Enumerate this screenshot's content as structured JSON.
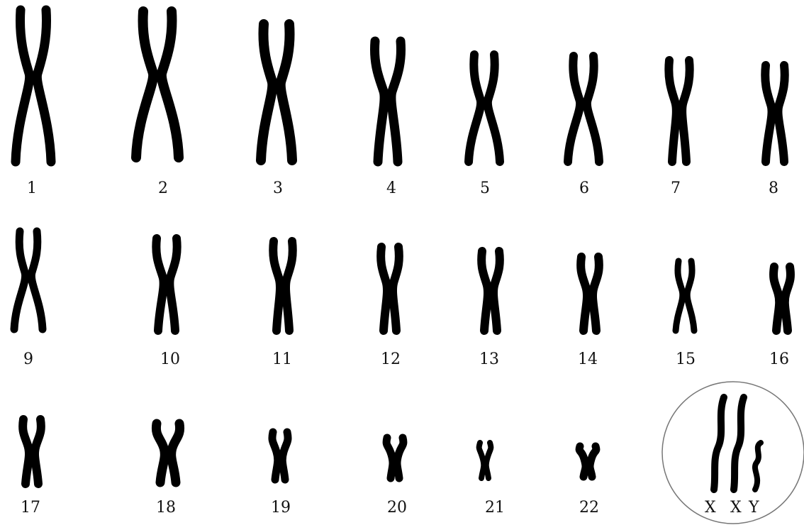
{
  "karyotype": {
    "labels": [
      "1",
      "2",
      "3",
      "4",
      "5",
      "6",
      "7",
      "8",
      "9",
      "10",
      "11",
      "12",
      "13",
      "14",
      "15",
      "16",
      "17",
      "18",
      "19",
      "20",
      "21",
      "22"
    ],
    "sex_chromosomes": {
      "x1": "X",
      "x2": "X",
      "y": "Y"
    },
    "colors": {
      "chromosome": "#000000",
      "label": "#111111",
      "circle": "#777777",
      "background": "#ffffff"
    }
  }
}
